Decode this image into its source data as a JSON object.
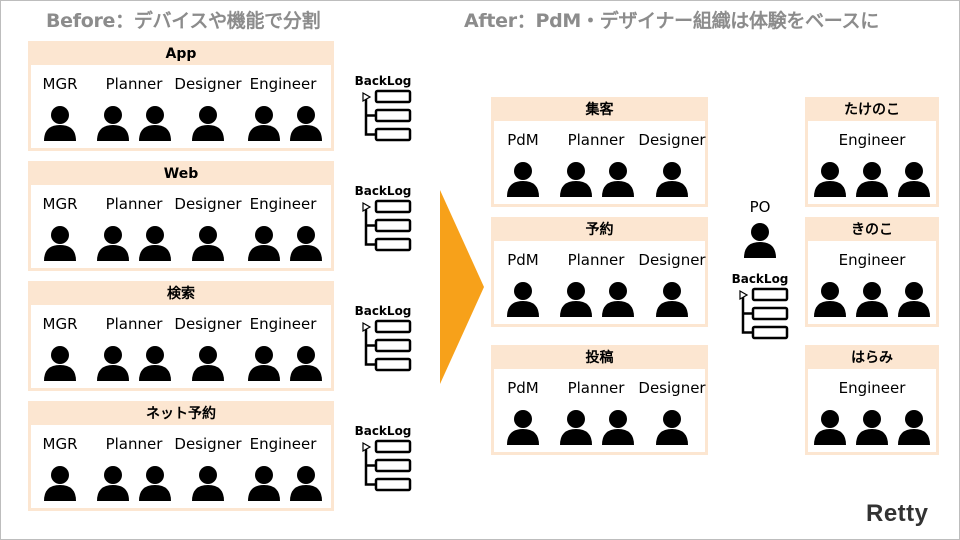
{
  "headings": {
    "before": "Before：デバイスや機能で分割",
    "after": "After：PdM・デザイナー組織は体験をベースに"
  },
  "before_teams": [
    {
      "title": "App",
      "roles": [
        "MGR",
        "Planner",
        "Designer",
        "Engineer"
      ]
    },
    {
      "title": "Web",
      "roles": [
        "MGR",
        "Planner",
        "Designer",
        "Engineer"
      ]
    },
    {
      "title": "検索",
      "roles": [
        "MGR",
        "Planner",
        "Designer",
        "Engineer"
      ]
    },
    {
      "title": "ネット予約",
      "roles": [
        "MGR",
        "Planner",
        "Designer",
        "Engineer"
      ]
    }
  ],
  "backlog_label": "BackLog",
  "after_teams": [
    {
      "title": "集客",
      "roles": [
        "PdM",
        "Planner",
        "Designer"
      ]
    },
    {
      "title": "予約",
      "roles": [
        "PdM",
        "Planner",
        "Designer"
      ]
    },
    {
      "title": "投稿",
      "roles": [
        "PdM",
        "Planner",
        "Designer"
      ]
    }
  ],
  "po": {
    "label": "PO",
    "backlog_label": "BackLog"
  },
  "engineer_teams": [
    {
      "title": "たけのこ",
      "role": "Engineer"
    },
    {
      "title": "きのこ",
      "role": "Engineer"
    },
    {
      "title": "はらみ",
      "role": "Engineer"
    }
  ],
  "logo": "Retty",
  "colors": {
    "team_bg": "#fce6d1",
    "arrow": "#f7a11a",
    "heading": "#8c8c8c"
  }
}
